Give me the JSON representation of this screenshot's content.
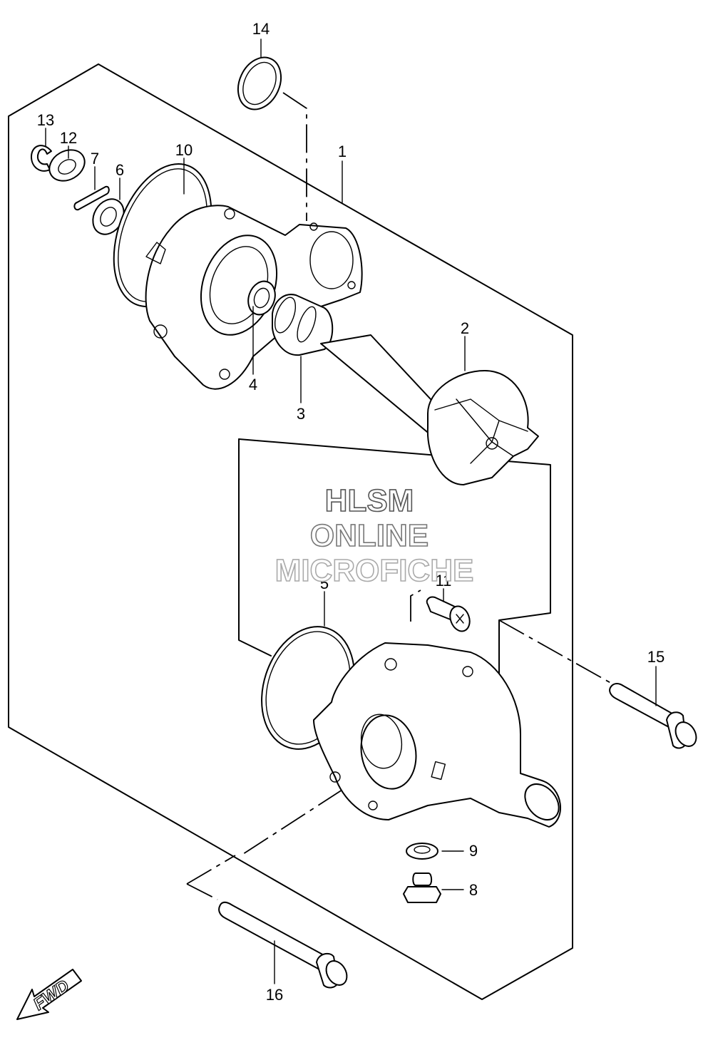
{
  "diagram": {
    "callouts": [
      "1",
      "2",
      "3",
      "4",
      "5",
      "6",
      "7",
      "8",
      "9",
      "10",
      "11",
      "12",
      "13",
      "14",
      "15",
      "16"
    ]
  },
  "watermark": {
    "line1": "HLSM",
    "line2": "ONLINE",
    "line3": "MICROFICHE"
  },
  "direction_label": "FWD",
  "colors": {
    "line": "#000000",
    "background": "#ffffff",
    "watermark_stroke": "#7a7a7a"
  }
}
